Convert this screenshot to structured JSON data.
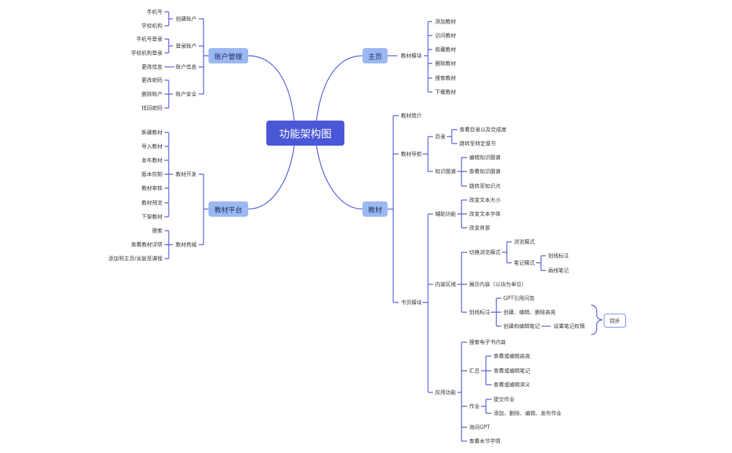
{
  "root": "功能架构图",
  "branches": {
    "account": "账户管理",
    "home": "主页",
    "platform": "教材平台",
    "textbook": "教材"
  },
  "account": {
    "create": {
      "label": "创建账户",
      "items": [
        "手机号",
        "学校机构"
      ]
    },
    "login": {
      "label": "登录账户",
      "items": [
        "手机号登录",
        "学校机构登录"
      ]
    },
    "info": {
      "label": "账户信息",
      "items": [
        "更改信息"
      ]
    },
    "security": {
      "label": "账户安全",
      "items": [
        "更改密码",
        "删除账户",
        "找回密码"
      ]
    }
  },
  "home": {
    "module": "教材模块",
    "items": [
      "添加教材",
      "访问教材",
      "收藏教材",
      "删除教材",
      "搜索教材",
      "下载教材"
    ]
  },
  "platform": {
    "dev": {
      "label": "教材开发",
      "items": [
        "新建教材",
        "导入教材",
        "发布教材",
        "版本控制",
        "教材审核",
        "教材预览",
        "下架教材"
      ]
    },
    "store": {
      "label": "教材商城",
      "items": [
        "搜索",
        "查看教材详情",
        "添加到主页/关联至课程"
      ]
    }
  },
  "textbook": {
    "intro": "教材简介",
    "nav": {
      "label": "教材导航",
      "toc": {
        "label": "目录",
        "items": [
          "查看目录以及完成度",
          "跳转至特定章节"
        ]
      },
      "graph": {
        "label": "知识图谱",
        "items": [
          "编辑知识图谱",
          "查看知识图谱",
          "跳转至知识点"
        ]
      }
    },
    "book": {
      "label": "书页模块",
      "aux": {
        "label": "辅助功能",
        "items": [
          "改变文本大小",
          "改变文本字体",
          "改变背景"
        ]
      },
      "content": {
        "label": "内容区域",
        "mode": {
          "label": "切换浏览模式",
          "browse": "浏览模式",
          "note": {
            "label": "笔记模式",
            "items": [
              "划线标注",
              "画线笔记"
            ]
          }
        },
        "display": "展示内容（以块为单位）",
        "annotate": {
          "label": "划线标注",
          "items": [
            "GPT引用问答",
            "创建、编辑、删除高亮",
            "创建和编辑笔记"
          ],
          "perm": "设置笔记权限",
          "sync": "同步"
        }
      },
      "app": {
        "label": "应用功能",
        "search": "搜索电子书内容",
        "summary": {
          "label": "汇总",
          "items": [
            "查看或编辑高亮",
            "查看或编辑笔记",
            "查看或编辑讲义"
          ]
        },
        "homework": {
          "label": "作业",
          "items": [
            "提交作业",
            "添加、删除、编辑、发布作业"
          ]
        },
        "gpt": "询问GPT",
        "stats": "查看本节学情"
      }
    }
  },
  "colors": {
    "root_fill": "#4a57d6",
    "branch_fill": "#9bb8f2",
    "line": "#4a57d6",
    "text": "#333333"
  }
}
